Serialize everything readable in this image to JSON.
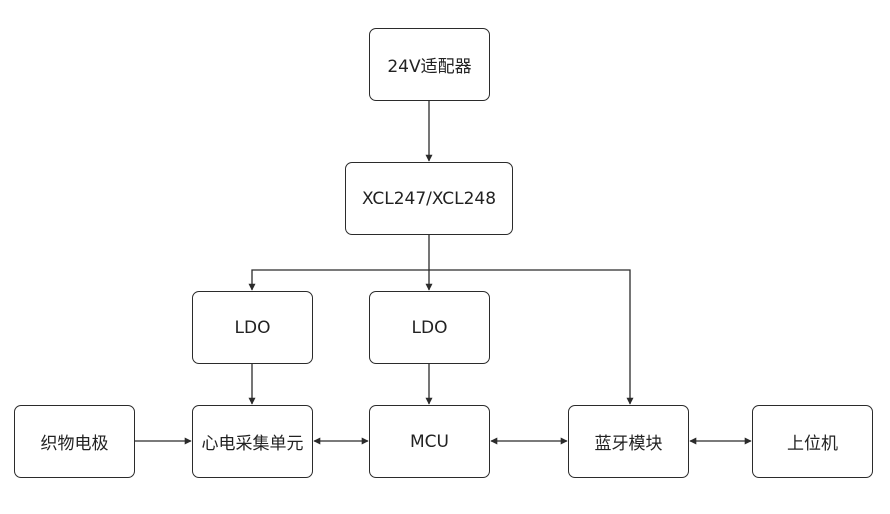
{
  "diagram": {
    "type": "block-diagram",
    "nodes": {
      "adapter": "24V适配器",
      "xcl": "XCL247/XCL248",
      "ldo1": "LDO",
      "ldo2": "LDO",
      "electrode": "织物电极",
      "ecg": "心电采集单元",
      "mcu": "MCU",
      "bluetooth": "蓝牙模块",
      "host": "上位机"
    },
    "edges": [
      {
        "from": "adapter",
        "to": "xcl",
        "direction": "forward"
      },
      {
        "from": "xcl",
        "to": "ldo1",
        "direction": "forward"
      },
      {
        "from": "xcl",
        "to": "ldo2",
        "direction": "forward"
      },
      {
        "from": "xcl",
        "to": "bluetooth",
        "direction": "forward"
      },
      {
        "from": "ldo1",
        "to": "ecg",
        "direction": "forward"
      },
      {
        "from": "ldo2",
        "to": "mcu",
        "direction": "forward"
      },
      {
        "from": "electrode",
        "to": "ecg",
        "direction": "forward"
      },
      {
        "from": "ecg",
        "to": "mcu",
        "direction": "bidirectional"
      },
      {
        "from": "mcu",
        "to": "bluetooth",
        "direction": "bidirectional"
      },
      {
        "from": "bluetooth",
        "to": "host",
        "direction": "bidirectional"
      }
    ],
    "line_color": "#2b2b2b"
  }
}
